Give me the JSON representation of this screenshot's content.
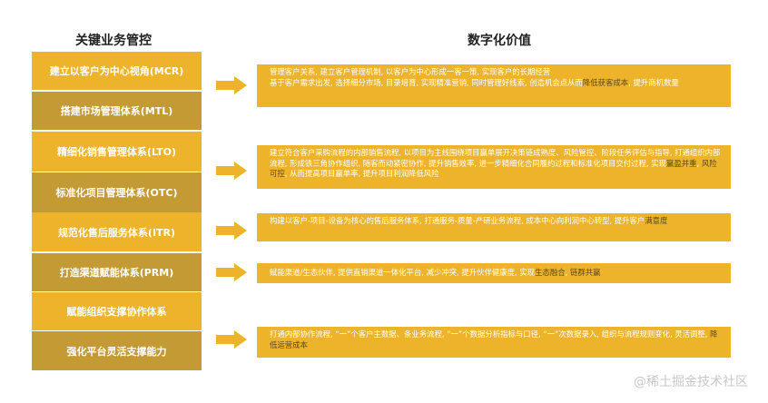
{
  "headers": {
    "left": "关键业务管控",
    "right": "数字化价值"
  },
  "left_items": [
    "建立以客户为中心视角(MCR)",
    "搭建市场管理体系(MTL)",
    "精细化销售管理体系(LTO)",
    "标准化项目管理体系(OTC)",
    "规范化售后服务体系(ITR)",
    "打造渠道赋能体系(PRM)",
    "赋能组织支撑协作体系",
    "强化平台灵活支撑能力"
  ],
  "right_items": {
    "mcr_mtl": {
      "line1": "管理客户关系, 建立客户管理机制, 以客户为中心形成一客一策, 实现客户的长期经营",
      "line2_a": "基于客户需求出发, 选择细分市场, 目录培育, 实现精准营销, 同时管理好线索, 创造机会点从而",
      "line2_b": "降低获客成本",
      "line2_c": ", 提升商机数量"
    },
    "lto_otc": {
      "a": "建立符合客户采购流程的内部销售流程, 以项目为主线围绕项目赢单展开决策链成熟度、风险管控、阶段任务评估与指导, 打通组织内部流程, 形成铁三角协作组织, 随客而动紧密协作, 提升销售效率, 进一步精细化合同履约过程和标准化项目交付过程, 实现",
      "b": "赢盈并重",
      "c": ", ",
      "d": "风险可控",
      "e": ", 从而提高项目赢单率, 提升项目利润降低风险"
    },
    "itr": {
      "a": "构建以客户-项目-设备为核心的售后服务体系, 打通服务-质量-产研业务流程, 成本中心向利润中心转型, 提升客户",
      "b": "满意度"
    },
    "prm": {
      "a": "赋能渠道/生态伙伴, 提供直销渠道一体化平台, 减少冲突, 提升伙伴健康度, 实现",
      "b": "生态融合",
      "c": ", ",
      "d": "链群共赢"
    },
    "platform": {
      "a": "打通内部协作流程, “一”个客户主数据、条业务流程, “一”个数据分析指标与口径, “一”次数据录入, 组织与流程规则变化, 灵活调整, ",
      "b": "降低运营成本"
    }
  },
  "watermark": "@稀土掘金技术社区",
  "colors": {
    "light": "#EDB32A",
    "dark": "#C49A34",
    "highlight": "#5a4a1a"
  }
}
